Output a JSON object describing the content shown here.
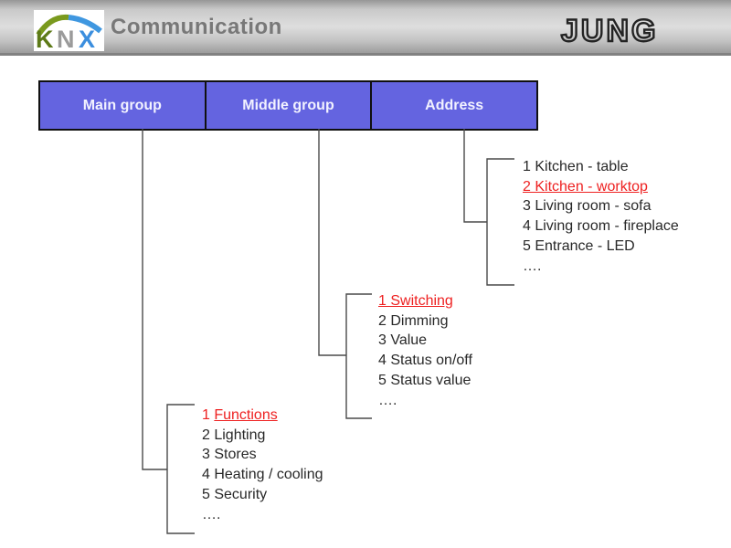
{
  "header": {
    "title": "Communication",
    "jung_logo_text": "JUNG",
    "knx_logo": {
      "letters": [
        {
          "char": "K",
          "color": "#5d7a17"
        },
        {
          "char": "N",
          "color": "#9b9b9b"
        },
        {
          "char": "X",
          "color": "#3b8ede"
        }
      ]
    }
  },
  "group_table": {
    "columns": [
      "Main group",
      "Middle group",
      "Address"
    ]
  },
  "lists": {
    "main_group": {
      "items": [
        {
          "prefix": "1 ",
          "underlined": "Functions",
          "highlighted": true
        },
        {
          "prefix": "2 Lighting",
          "underlined": "",
          "highlighted": false
        },
        {
          "prefix": "3 Stores",
          "underlined": "",
          "highlighted": false
        },
        {
          "prefix": "4 Heating / cooling",
          "underlined": "",
          "highlighted": false
        },
        {
          "prefix": "5 Security",
          "underlined": "",
          "highlighted": false
        },
        {
          "prefix": "….",
          "underlined": "",
          "highlighted": false
        }
      ]
    },
    "middle_group": {
      "items": [
        {
          "prefix": "",
          "underlined": "1 Switching",
          "highlighted": true
        },
        {
          "prefix": "2 Dimming",
          "underlined": "",
          "highlighted": false
        },
        {
          "prefix": "3 Value",
          "underlined": "",
          "highlighted": false
        },
        {
          "prefix": "4 Status on/off",
          "underlined": "",
          "highlighted": false
        },
        {
          "prefix": "5 Status value",
          "underlined": "",
          "highlighted": false
        },
        {
          "prefix": "….",
          "underlined": "",
          "highlighted": false
        }
      ]
    },
    "address": {
      "items": [
        {
          "prefix": "1 Kitchen - table",
          "underlined": "",
          "highlighted": false
        },
        {
          "prefix": "",
          "underlined": "2 Kitchen - worktop",
          "highlighted": true
        },
        {
          "prefix": "3 Living room - sofa",
          "underlined": "",
          "highlighted": false
        },
        {
          "prefix": "4 Living room - fireplace",
          "underlined": "",
          "highlighted": false
        },
        {
          "prefix": "5 Entrance - LED",
          "underlined": "",
          "highlighted": false
        },
        {
          "prefix": "….",
          "underlined": "",
          "highlighted": false
        }
      ]
    }
  },
  "colors": {
    "box-fill": "#6464e0",
    "box-text": "#f2f2ff",
    "highlight-red": "#ee2121",
    "text-dark": "#282828",
    "line-gray": "#4a4a4a",
    "title-gray": "#787878"
  }
}
